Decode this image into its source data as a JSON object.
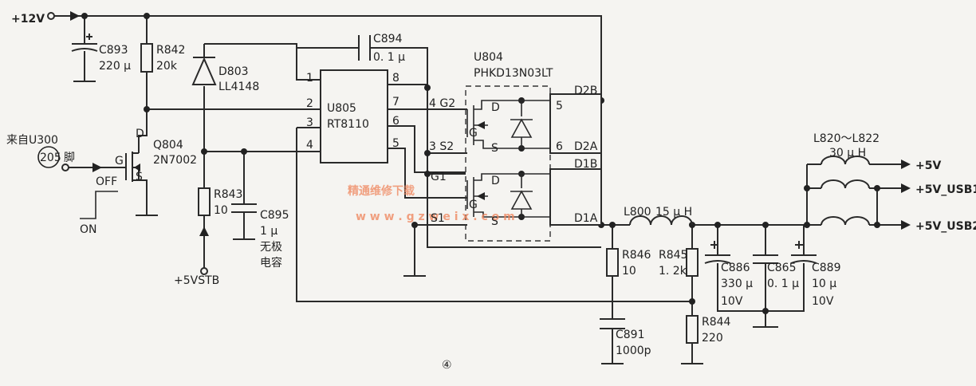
{
  "nets": {
    "p12v": "+12V",
    "p5v": "+5V",
    "p5v_usb1": "+5V_USB1",
    "p5v_usb2": "+5V_USB2",
    "p5vstb": "+5VSTB"
  },
  "control": {
    "source_line1": "来自U300",
    "source_pin": "205",
    "source_pin_suffix": "脚",
    "off": "OFF",
    "on": "ON"
  },
  "components": {
    "c893": {
      "ref": "C893",
      "value": "220 μ"
    },
    "r842": {
      "ref": "R842",
      "value": "20k"
    },
    "d803": {
      "ref": "D803",
      "value": "LL4148"
    },
    "c894": {
      "ref": "C894",
      "value": "0. 1 μ"
    },
    "u804": {
      "ref": "U804",
      "value": "PHKD13N03LT"
    },
    "u805": {
      "ref": "U805",
      "value": "RT8110"
    },
    "q804": {
      "ref": "Q804",
      "value": "2N7002"
    },
    "r843": {
      "ref": "R843",
      "value": "10"
    },
    "c895": {
      "ref": "C895",
      "value": "1 μ",
      "note1": "无极",
      "note2": "电容"
    },
    "l800": {
      "ref": "L800",
      "value": "15 μ H"
    },
    "r846": {
      "ref": "R846",
      "value": "10"
    },
    "r845": {
      "ref": "R845",
      "value": "1. 2k"
    },
    "c886": {
      "ref": "C886",
      "value": "330 μ",
      "voltage": "10V"
    },
    "c865": {
      "ref": "C865",
      "value": "0. 1 μ"
    },
    "c889": {
      "ref": "C889",
      "value": "10 μ",
      "voltage": "10V"
    },
    "c891": {
      "ref": "C891",
      "value": "1000p"
    },
    "r844": {
      "ref": "R844",
      "value": "220"
    },
    "l820": {
      "ref": "L820～L822",
      "value": "30 μ H"
    }
  },
  "pins": {
    "u805": [
      "1",
      "2",
      "3",
      "4",
      "5",
      "6",
      "7",
      "8"
    ],
    "u804": [
      "4 G2",
      "3 S2",
      "5",
      "6",
      "D2B",
      "D2A",
      "D1B",
      "D1A",
      "G1",
      "S1"
    ],
    "q804": [
      "D",
      "G",
      "S"
    ],
    "fet": [
      "D",
      "G",
      "S"
    ]
  },
  "figure_label": "④",
  "watermark": {
    "line1": "精通维修下载",
    "line2": "w w w . g z w e i x . c o m"
  }
}
